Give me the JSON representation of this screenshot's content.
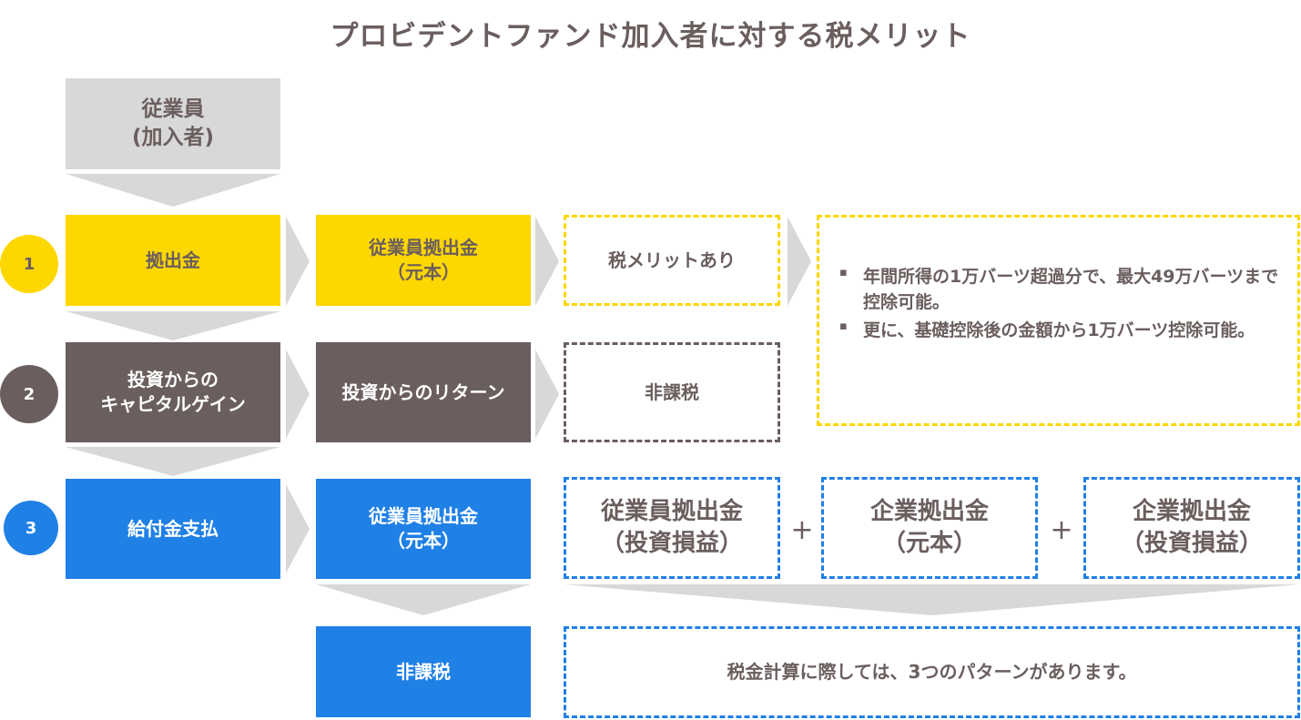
{
  "title": "プロビデントファンド加入者に対する税メリット",
  "employee": {
    "line1": "従業員",
    "line2": "(加入者)"
  },
  "steps": [
    {
      "number": "1",
      "label": "拠出金"
    },
    {
      "number": "2",
      "label_line1": "投資からの",
      "label_line2": "キャピタルゲイン"
    },
    {
      "number": "3",
      "label": "給付金支払"
    }
  ],
  "row1": {
    "detail_line1": "従業員拠出金",
    "detail_line2": "（元本）",
    "status": "税メリットあり"
  },
  "row2": {
    "detail": "投資からのリターン",
    "status": "非課税"
  },
  "row3": {
    "detail_line1": "従業員拠出金",
    "detail_line2": "（元本）",
    "items": [
      {
        "line1": "従業員拠出金",
        "line2": "（投資損益）"
      },
      {
        "line1": "企業拠出金",
        "line2": "（元本）"
      },
      {
        "line1": "企業拠出金",
        "line2": "（投資損益）"
      }
    ],
    "plus": "+"
  },
  "row4": {
    "result": "非課税",
    "note": "税金計算に際しては、3つのパターンがあります。"
  },
  "notes": [
    "年間所得の1万バーツ超過分で、最大49万バーツまで控除可能。",
    "更に、基礎控除後の金額から1万バーツ控除可能。"
  ],
  "bullet_symbol": "▪",
  "colors": {
    "yellow": "#fdd700",
    "brown": "#6b5e5e",
    "blue": "#1f80e6",
    "gray": "#d8d8d8"
  }
}
